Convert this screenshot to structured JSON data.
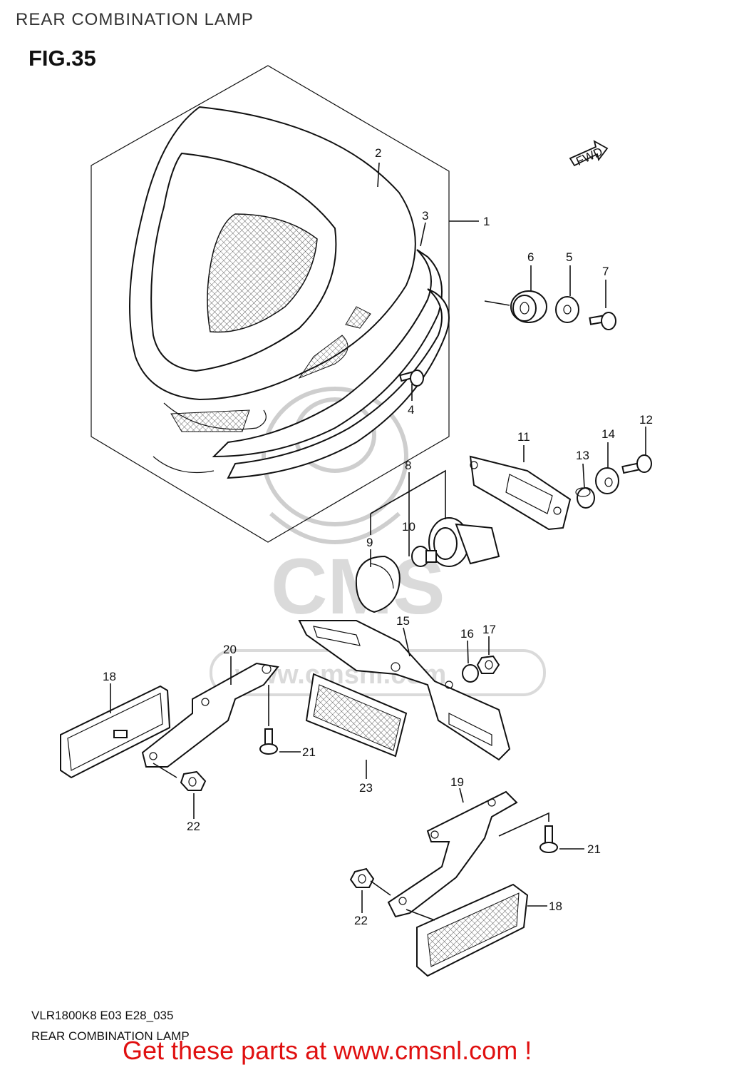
{
  "header": {
    "title": "REAR COMBINATION LAMP",
    "figure": "FIG.35"
  },
  "direction_marker": "FWD",
  "callouts": {
    "c1": "1",
    "c2": "2",
    "c3": "3",
    "c4": "4",
    "c5": "5",
    "c6": "6",
    "c7": "7",
    "c8": "8",
    "c9": "9",
    "c10": "10",
    "c11": "11",
    "c12": "12",
    "c13": "13",
    "c14": "14",
    "c15": "15",
    "c16": "16",
    "c17": "17",
    "c18a": "18",
    "c18b": "18",
    "c19": "19",
    "c20": "20",
    "c21a": "21",
    "c21b": "21",
    "c22a": "22",
    "c22b": "22",
    "c23": "23"
  },
  "watermark": {
    "brand": "CMS",
    "url": "www.cmsnl.com"
  },
  "footer": {
    "model_code": "VLR1800K8 E03 E28_035",
    "title": "REAR COMBINATION LAMP",
    "promo": "Get these parts at www.cmsnl.com !"
  },
  "colors": {
    "promo": "#e01010",
    "watermark": "#d6d6d6"
  }
}
